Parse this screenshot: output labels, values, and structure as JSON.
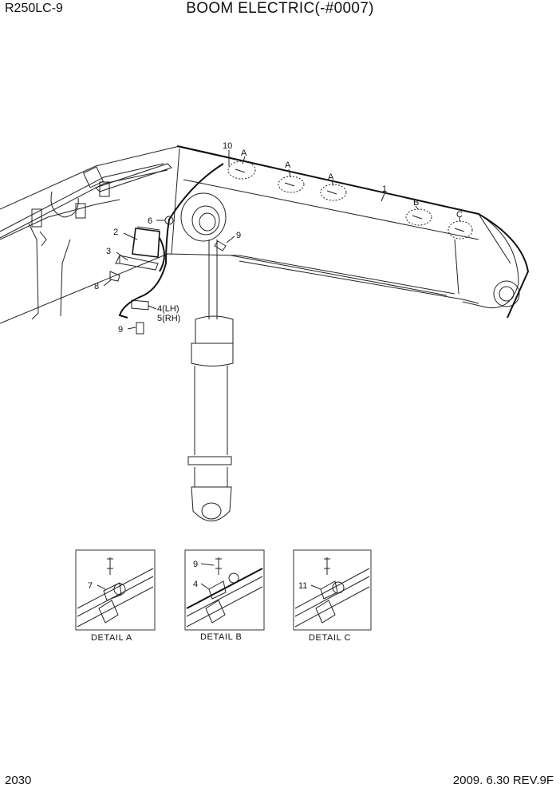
{
  "header": {
    "model": "R250LC-9",
    "title": "BOOM ELECTRIC(-#0007)"
  },
  "footer": {
    "page": "2030",
    "date_rev": "2009. 6.30  REV.9F"
  },
  "callouts": {
    "c1": "1",
    "c2": "2",
    "c3": "3",
    "c4": "4(LH)",
    "c5": "5(RH)",
    "c6": "6",
    "c8": "8",
    "c9a": "9",
    "c9b": "9",
    "c10": "10",
    "cA1": "A",
    "cA2": "A",
    "cA3": "A",
    "cB": "B",
    "cC": "C"
  },
  "details": [
    {
      "caption": "DETAIL  A",
      "part": "7"
    },
    {
      "caption": "DETAIL  B",
      "part_top": "9",
      "part": "4"
    },
    {
      "caption": "DETAIL  C",
      "part": "11"
    }
  ]
}
